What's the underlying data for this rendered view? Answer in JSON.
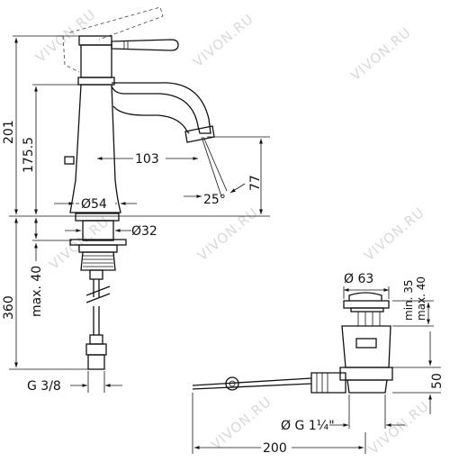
{
  "watermark": "VIVON.RU",
  "dimensions": {
    "faucet_height": "201",
    "spout_height": "175.5",
    "spout_reach": "103",
    "aerator_height": "77",
    "spout_angle": "25°",
    "base_diameter": "Ø54",
    "shank_diameter": "Ø32",
    "hose_length": "360",
    "max_deck": "max. 40",
    "hose_thread": "G 3/8",
    "waste_diameter": "Ø 63",
    "waste_min": "min. 35",
    "waste_max": "max. 40",
    "waste_height": "50",
    "waste_thread": "Ø G 1¼\"",
    "rod_length": "200"
  }
}
